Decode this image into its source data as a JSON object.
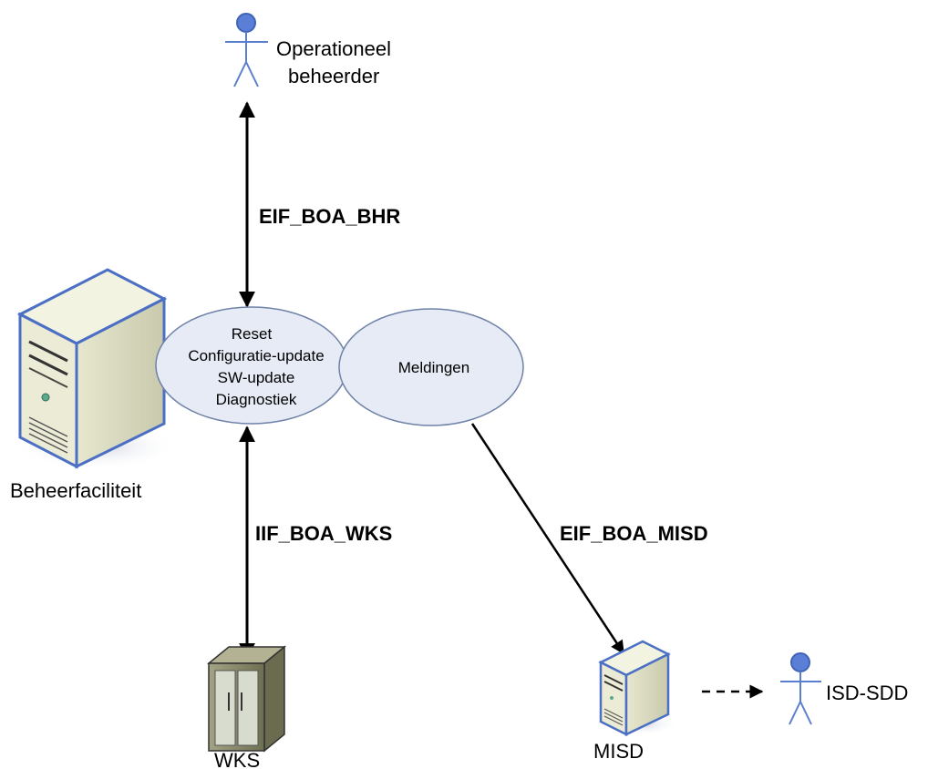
{
  "actors": {
    "operational_manager": {
      "label_line1": "Operationeel",
      "label_line2": "beheerder"
    },
    "isd_sdd": {
      "label": "ISD-SDD"
    }
  },
  "nodes": {
    "management_facility": {
      "label": "Beheerfaciliteit"
    },
    "wks": {
      "label": "WKS"
    },
    "misd": {
      "label": "MISD"
    }
  },
  "functions": {
    "control": {
      "lines": [
        "Reset",
        "Configuratie-update",
        "SW-update",
        "Diagnostiek"
      ]
    },
    "notifications": {
      "label": "Meldingen"
    }
  },
  "interfaces": {
    "bhr": "EIF_BOA_BHR",
    "wks": "IIF_BOA_WKS",
    "misd": "EIF_BOA_MISD"
  },
  "colors": {
    "actor_blue": "#5b7fd6",
    "actor_stroke": "#5a7fcf",
    "ellipse_fill": "#e6ebf5",
    "ellipse_stroke": "#6f82a8",
    "server_fill": "#f1f1dc",
    "server_border": "#4a6fc4",
    "cabinet_fill": "#8a8a6a",
    "arrow": "#000000"
  }
}
